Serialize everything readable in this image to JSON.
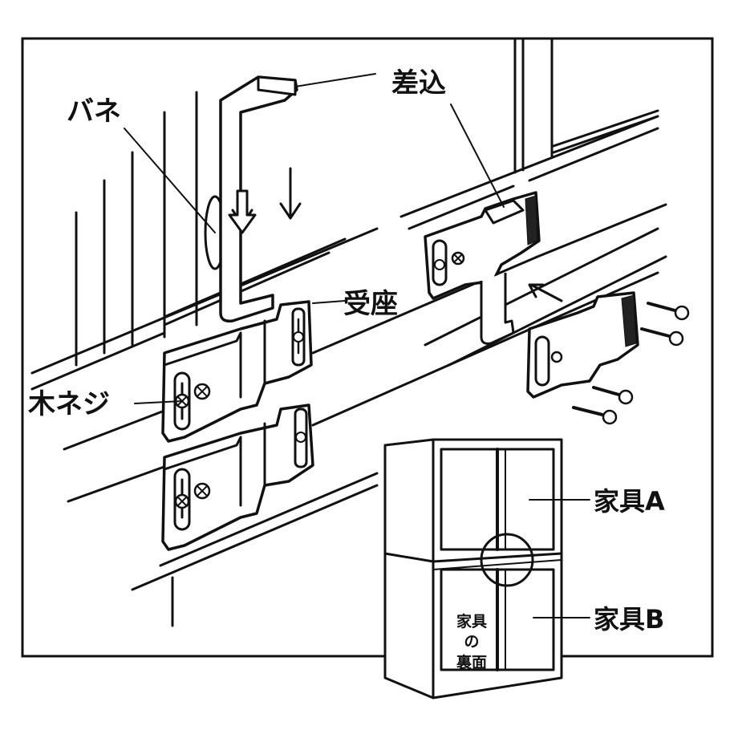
{
  "labels": {
    "spring": "バネ",
    "insert": "差込",
    "receiver": "受座",
    "wood_screw": "木ネジ",
    "furniture_a": "家具A",
    "furniture_b": "家具B",
    "back_line1": "家具",
    "back_line2": "の",
    "back_line3": "裏面"
  },
  "colors": {
    "ink": "#111111",
    "background": "#ffffff"
  }
}
